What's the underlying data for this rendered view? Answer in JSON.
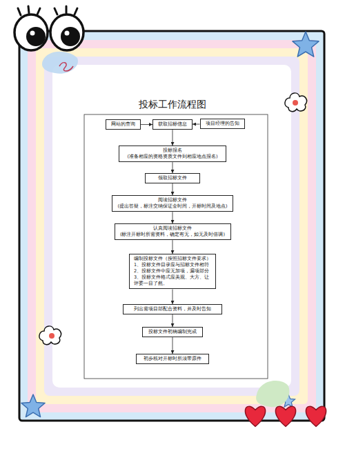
{
  "diagram": {
    "title": "投标工作流程图",
    "nodes": [
      {
        "text": [
          "网站的查询"
        ]
      },
      {
        "text": [
          "获取招标信息"
        ]
      },
      {
        "text": [
          "项目经理的告知"
        ]
      },
      {
        "text": [
          "投标报名",
          "(准备相应的资格资质文件到相应地点报名)"
        ]
      },
      {
        "text": [
          "领取招标文件"
        ]
      },
      {
        "text": [
          "阅读招标文件",
          "(提出答疑，标注交纳保证金时间，开标时间及地点)"
        ]
      },
      {
        "text": [
          "认真阅读招标文件",
          "(标注开标时所需资料，确定有无，如无及时借调)"
        ]
      },
      {
        "text": [
          "编制投标文件（按照招标文件要求）",
          "1、投标文件目录应与招标文件相符",
          "2、投标文件中应无加项，漏项部分",
          "3、投标文件格式应美观、大方、让评委一目了然。"
        ]
      },
      {
        "text": [
          "列出需项目部配合资料，并及时告知"
        ]
      },
      {
        "text": [
          "投标文件初稿编制完成"
        ]
      },
      {
        "text": [
          "初步核对开标时所须带原件"
        ]
      }
    ],
    "edges": [
      {
        "from": 0,
        "to": 1,
        "arrow": "to"
      },
      {
        "from": 2,
        "to": 1,
        "arrow": "to"
      },
      {
        "from": 1,
        "to": 3,
        "arrow": "to"
      },
      {
        "from": 3,
        "to": 4,
        "arrow": "to"
      },
      {
        "from": 4,
        "to": 5,
        "arrow": "to"
      },
      {
        "from": 5,
        "to": 6,
        "arrow": "to"
      },
      {
        "from": 6,
        "to": 7,
        "arrow": "to"
      },
      {
        "from": 7,
        "to": 8,
        "arrow": "to"
      },
      {
        "from": 8,
        "to": 9,
        "arrow": "to"
      },
      {
        "from": 9,
        "to": 10,
        "arrow": "to"
      }
    ]
  }
}
